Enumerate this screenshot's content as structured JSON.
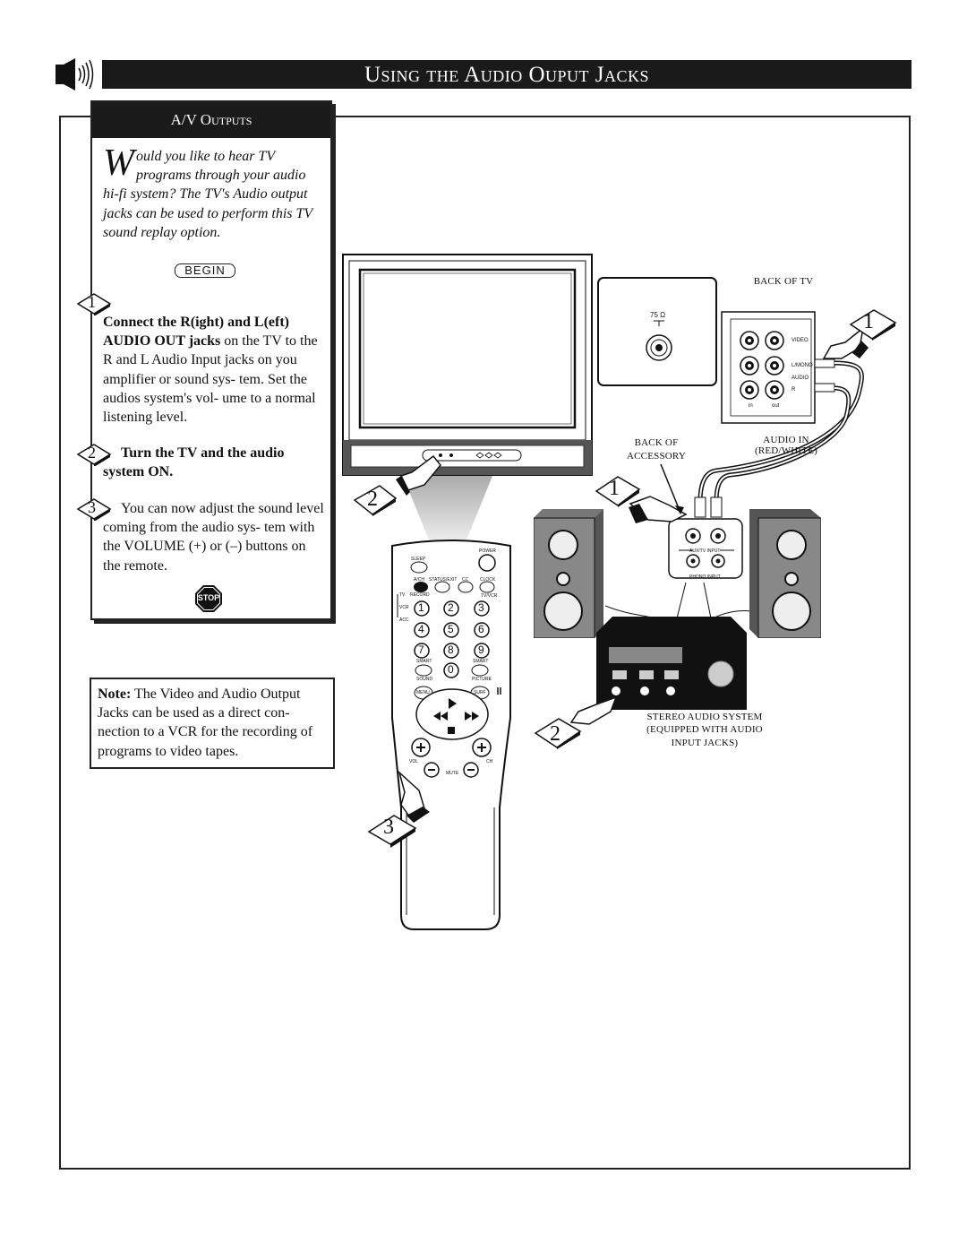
{
  "header": {
    "title": "Using the Audio Ouput Jacks",
    "icon": "speaker-icon"
  },
  "sidebar": {
    "heading": "A/V Outputs",
    "intro_drop": "W",
    "intro_text": "ould you like to hear TV programs through your audio hi-fi system? The TV's Audio output jacks can be used to perform this TV sound replay option.",
    "begin_label": "BEGIN",
    "steps": [
      {
        "number": "1",
        "bold": "Connect the R(ight) and L(eft) AUDIO OUT jacks",
        "text": " on the TV to the R and L Audio Input jacks on you amplifier or sound sys- tem. Set the audios system's vol- ume to a normal listening level."
      },
      {
        "number": "2",
        "bold": "Turn the TV and the audio system  ON.",
        "text": ""
      },
      {
        "number": "3",
        "bold": "",
        "text": "You can now adjust the sound level coming from the audio sys- tem with the VOLUME (+) or (–) buttons on the remote."
      }
    ],
    "stop_label": "STOP"
  },
  "note": {
    "label": "Note:",
    "text": " The Video and Audio Output Jacks can be used as a direct con- nection to a VCR for the recording of programs to video tapes."
  },
  "diagram": {
    "back_of_tv": "BACK OF TV",
    "ohm_label": "75 Ω",
    "video_label": "VIDEO",
    "lmono_label": "L/MONO",
    "audio_label": "AUDIO",
    "r_label": "R",
    "in_label": "in",
    "out_label": "out",
    "back_of_accessory_1": "BACK OF",
    "back_of_accessory_2": "ACCESSORY",
    "audio_in_1": "AUDIO IN",
    "audio_in_2": "(RED/WHITE)",
    "aux_tv_input": "AUX/TV INPUT",
    "phono_input": "PHONO INPUT",
    "stereo_1": "STEREO AUDIO SYSTEM",
    "stereo_2": "(EQUIPPED WITH AUDIO",
    "stereo_3": "INPUT JACKS)",
    "callout_1a": "1",
    "callout_1b": "1",
    "callout_2a": "2",
    "callout_2b": "2",
    "callout_3": "3"
  },
  "remote": {
    "power": "POWER",
    "sleep": "SLEEP",
    "ach": "A/CH",
    "status_exit": "STATUS/EXIT",
    "cc": "CC",
    "clock": "CLOCK",
    "tv": "TV",
    "record": "RECORD",
    "tvvcr": "TV/VCR",
    "vcr": "VCR",
    "acc": "ACC",
    "smart_left": "SMART",
    "smart_right": "SMART",
    "sound": "SOUND",
    "picture": "PICTURE",
    "menu": "MENU",
    "surf": "SURF",
    "vol": "VOL",
    "ch": "CH",
    "mute": "MUTE",
    "digits": [
      "1",
      "2",
      "3",
      "4",
      "5",
      "6",
      "7",
      "8",
      "9",
      "0"
    ]
  }
}
